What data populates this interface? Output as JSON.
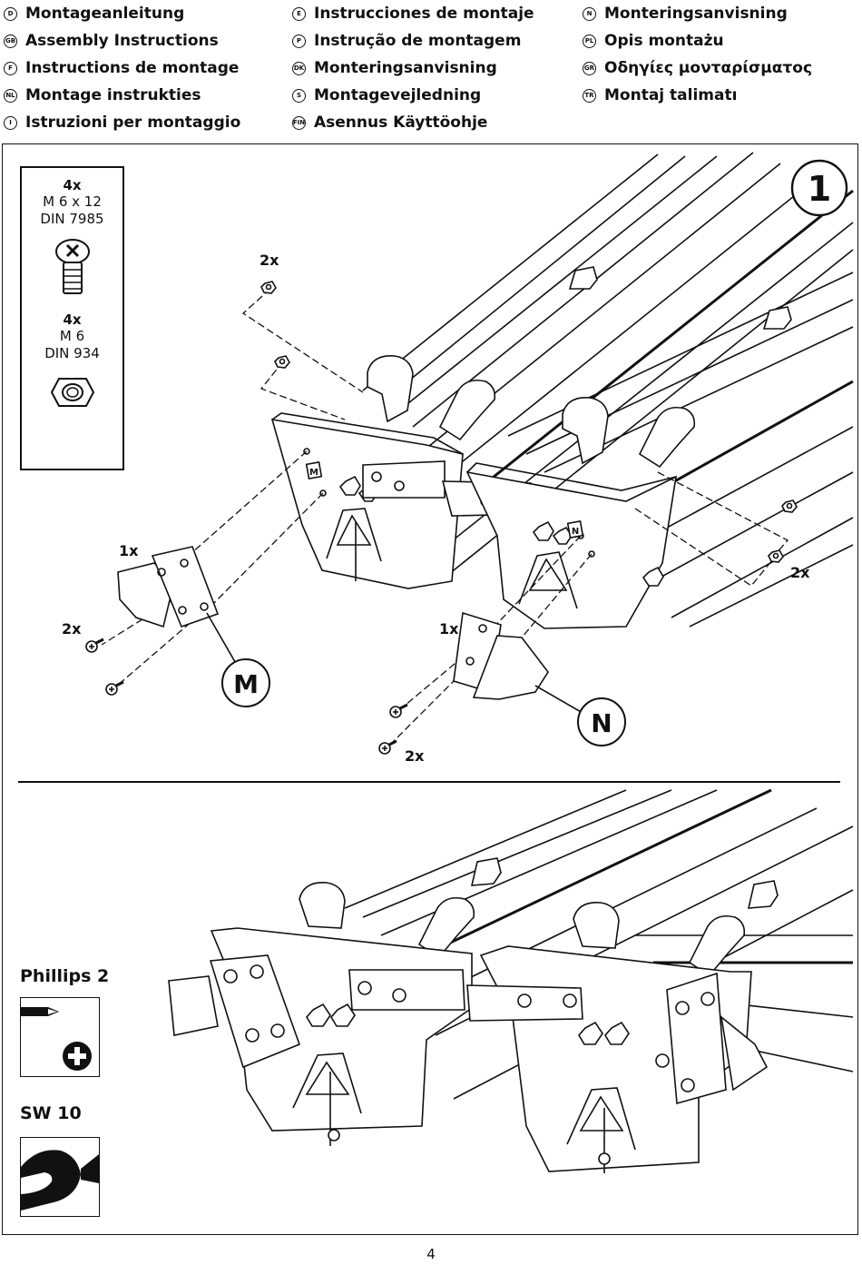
{
  "languages": [
    [
      {
        "code": "D",
        "text": "Montageanleitung"
      },
      {
        "code": "GB",
        "text": "Assembly Instructions"
      },
      {
        "code": "F",
        "text": "Instructions de montage"
      },
      {
        "code": "NL",
        "text": "Montage instrukties"
      },
      {
        "code": "I",
        "text": "Istruzioni per montaggio"
      }
    ],
    [
      {
        "code": "E",
        "text": "Instrucciones de montaje"
      },
      {
        "code": "P",
        "text": "Instrução de montagem"
      },
      {
        "code": "DK",
        "text": "Monteringsanvisning"
      },
      {
        "code": "S",
        "text": "Montagevejledning"
      },
      {
        "code": "FIN",
        "text": "Asennus Käyttöohje"
      }
    ],
    [
      {
        "code": "N",
        "text": "Monteringsanvisning"
      },
      {
        "code": "PL",
        "text": "Opis montażu"
      },
      {
        "code": "GR",
        "text": "Οδηγίες μονταρίσματος"
      },
      {
        "code": "TR",
        "text": "Montaj talimatı"
      }
    ]
  ],
  "parts": [
    {
      "qty": "4x",
      "spec": "M 6 x 12",
      "standard": "DIN 7985",
      "icon": "screw-icon"
    },
    {
      "qty": "4x",
      "spec": "M 6",
      "standard": "DIN 934",
      "icon": "nut-icon"
    }
  ],
  "step_number": "1",
  "callouts": {
    "nuts_left": "2x",
    "nuts_right": "2x",
    "bracket_m_qty": "1x",
    "screws_m": "2x",
    "bracket_n_qty": "1x",
    "screws_n": "2x",
    "label_m": "M",
    "label_n": "N",
    "plate_letter_m": "M",
    "plate_letter_n": "N"
  },
  "tools": [
    {
      "label": "Phillips 2",
      "icon": "phillips-screwdriver-icon"
    },
    {
      "label": "SW 10",
      "icon": "wrench-icon"
    }
  ],
  "page_number": "4"
}
